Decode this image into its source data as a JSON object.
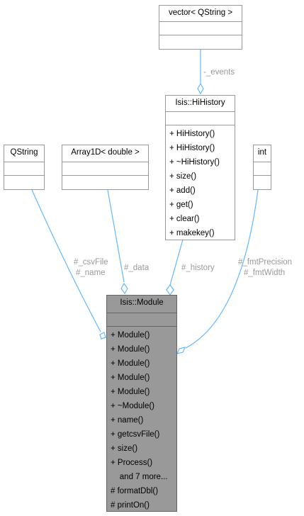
{
  "classes": {
    "vector": {
      "title": "vector< QString >"
    },
    "hihistory": {
      "title": "Isis::HiHistory",
      "methods": [
        "+  HiHistory()",
        "+  HiHistory()",
        "+  ~HiHistory()",
        "+  size()",
        "+  add()",
        "+  get()",
        "+  clear()",
        "+  makekey()"
      ]
    },
    "qstring": {
      "title": "QString"
    },
    "array1d": {
      "title": "Array1D< double >"
    },
    "int": {
      "title": "int"
    },
    "module": {
      "title": "Isis::Module",
      "methods": [
        "+ Module()",
        "+ Module()",
        "+ Module()",
        "+ Module()",
        "+ Module()",
        "+ ~Module()",
        "+ name()",
        "+ getcsvFile()",
        "+ size()",
        "+ Process()",
        "    and 7 more...",
        "# formatDbl()",
        "# printOn()"
      ]
    }
  },
  "edge_labels": {
    "events": "-_events",
    "csvfile": "#_csvFile",
    "name": "#_name",
    "data": "#_data",
    "history": "#_history",
    "fmtprecision": "#_fmtPrecision",
    "fmtwidth": "#_fmtWidth"
  },
  "colors": {
    "edge": "#63b8ff",
    "label": "#999999",
    "main_fill": "#999999",
    "border": "#999999"
  }
}
